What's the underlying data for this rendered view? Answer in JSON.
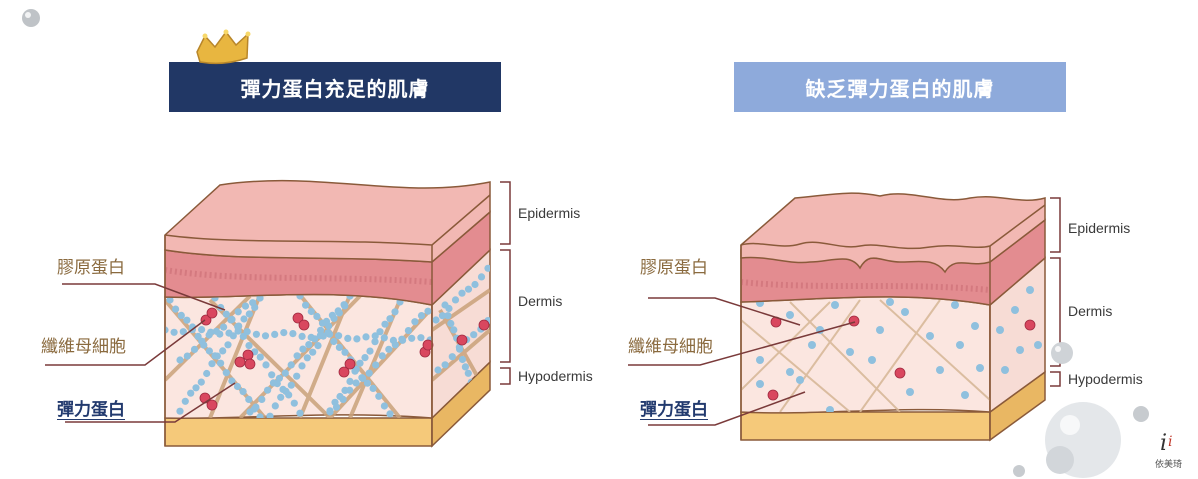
{
  "banners": {
    "healthy": "彈力蛋白充足的肌膚",
    "deficient": "缺乏彈力蛋白的肌膚"
  },
  "labels": {
    "collagen": "膠原蛋白",
    "fibroblast": "纖維母細胞",
    "elastin": "彈力蛋白"
  },
  "layers": {
    "epidermis": "Epidermis",
    "dermis": "Dermis",
    "hypodermis": "Hypodermis"
  },
  "logo": {
    "name": "依美琦"
  },
  "colors": {
    "banner_dark": "#213765",
    "banner_light": "#8eaadb",
    "epidermis": "#f2b8b3",
    "dermis_band": "#e38c90",
    "dermis": "#fbe6e0",
    "hypodermis": "#f5c97a",
    "elastin_dots": "#8fc0de",
    "fibroblast": "#d9475f",
    "collagen_fiber": "#c9a27a",
    "label_brown": "#8a6a3e",
    "label_blue": "#223a6e"
  }
}
